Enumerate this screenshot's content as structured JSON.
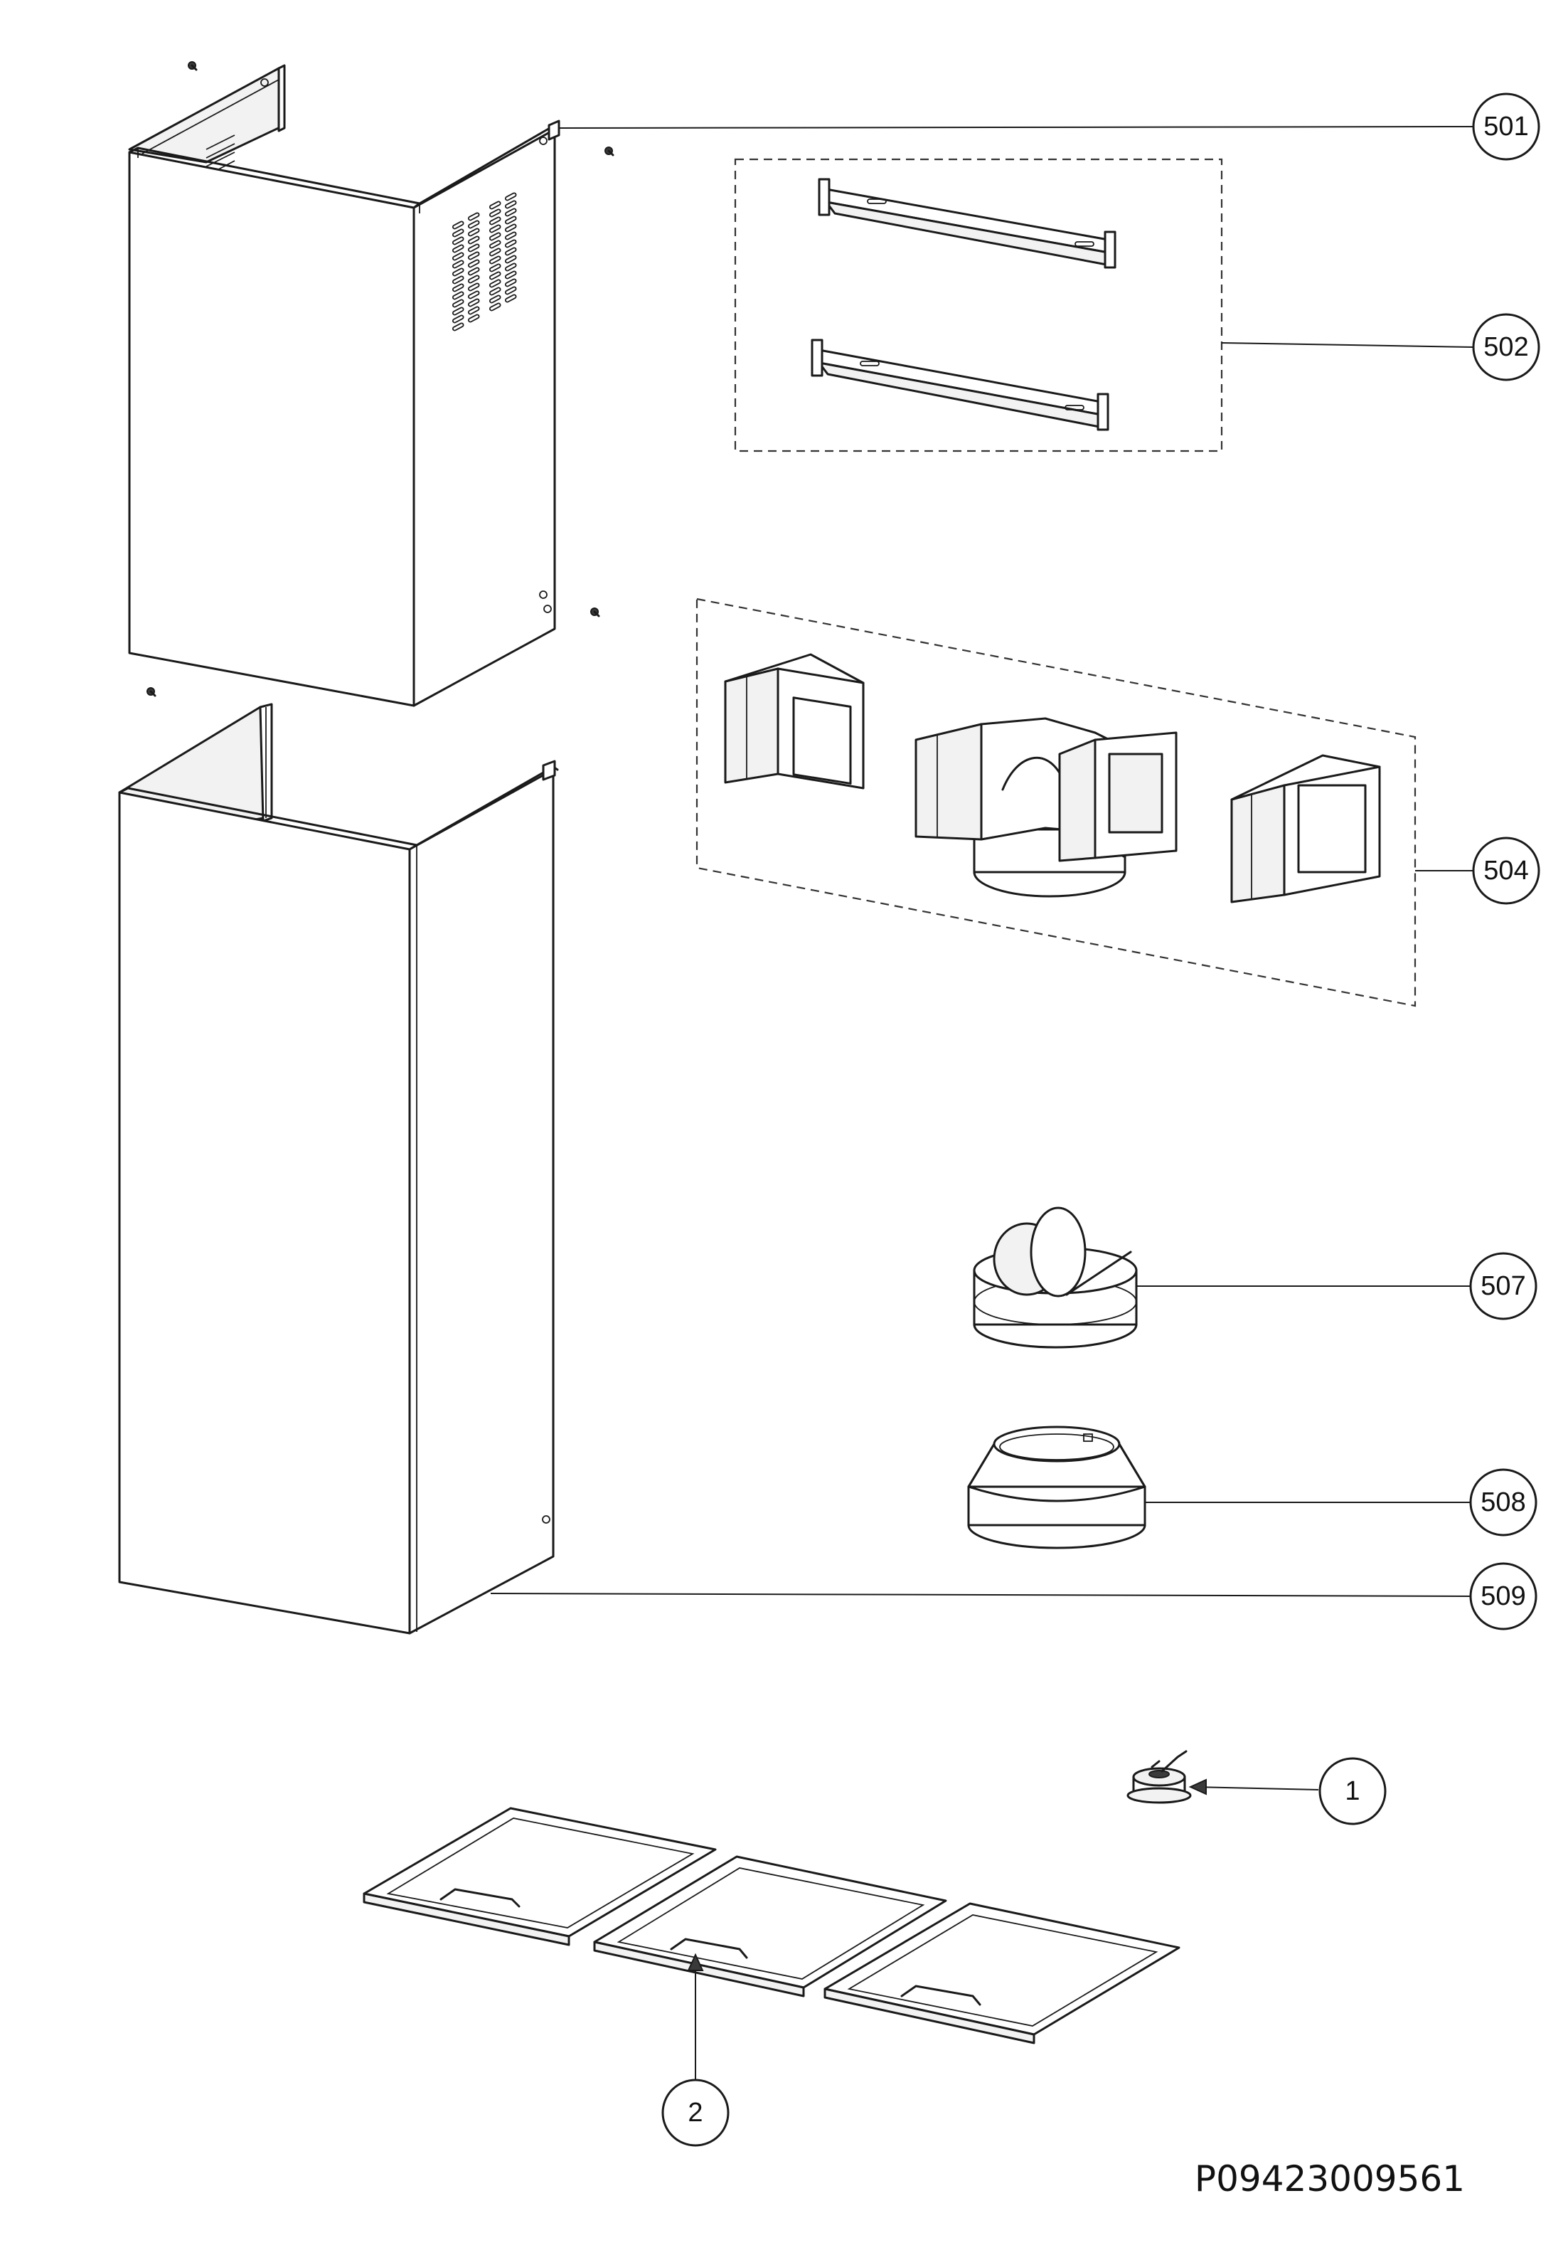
{
  "document_id": "P09423009561",
  "callouts": [
    {
      "id": "501",
      "label": "501"
    },
    {
      "id": "502",
      "label": "502"
    },
    {
      "id": "504",
      "label": "504"
    },
    {
      "id": "507",
      "label": "507"
    },
    {
      "id": "508",
      "label": "508"
    },
    {
      "id": "509",
      "label": "509"
    },
    {
      "id": "1",
      "label": "1"
    },
    {
      "id": "2",
      "label": "2"
    }
  ]
}
